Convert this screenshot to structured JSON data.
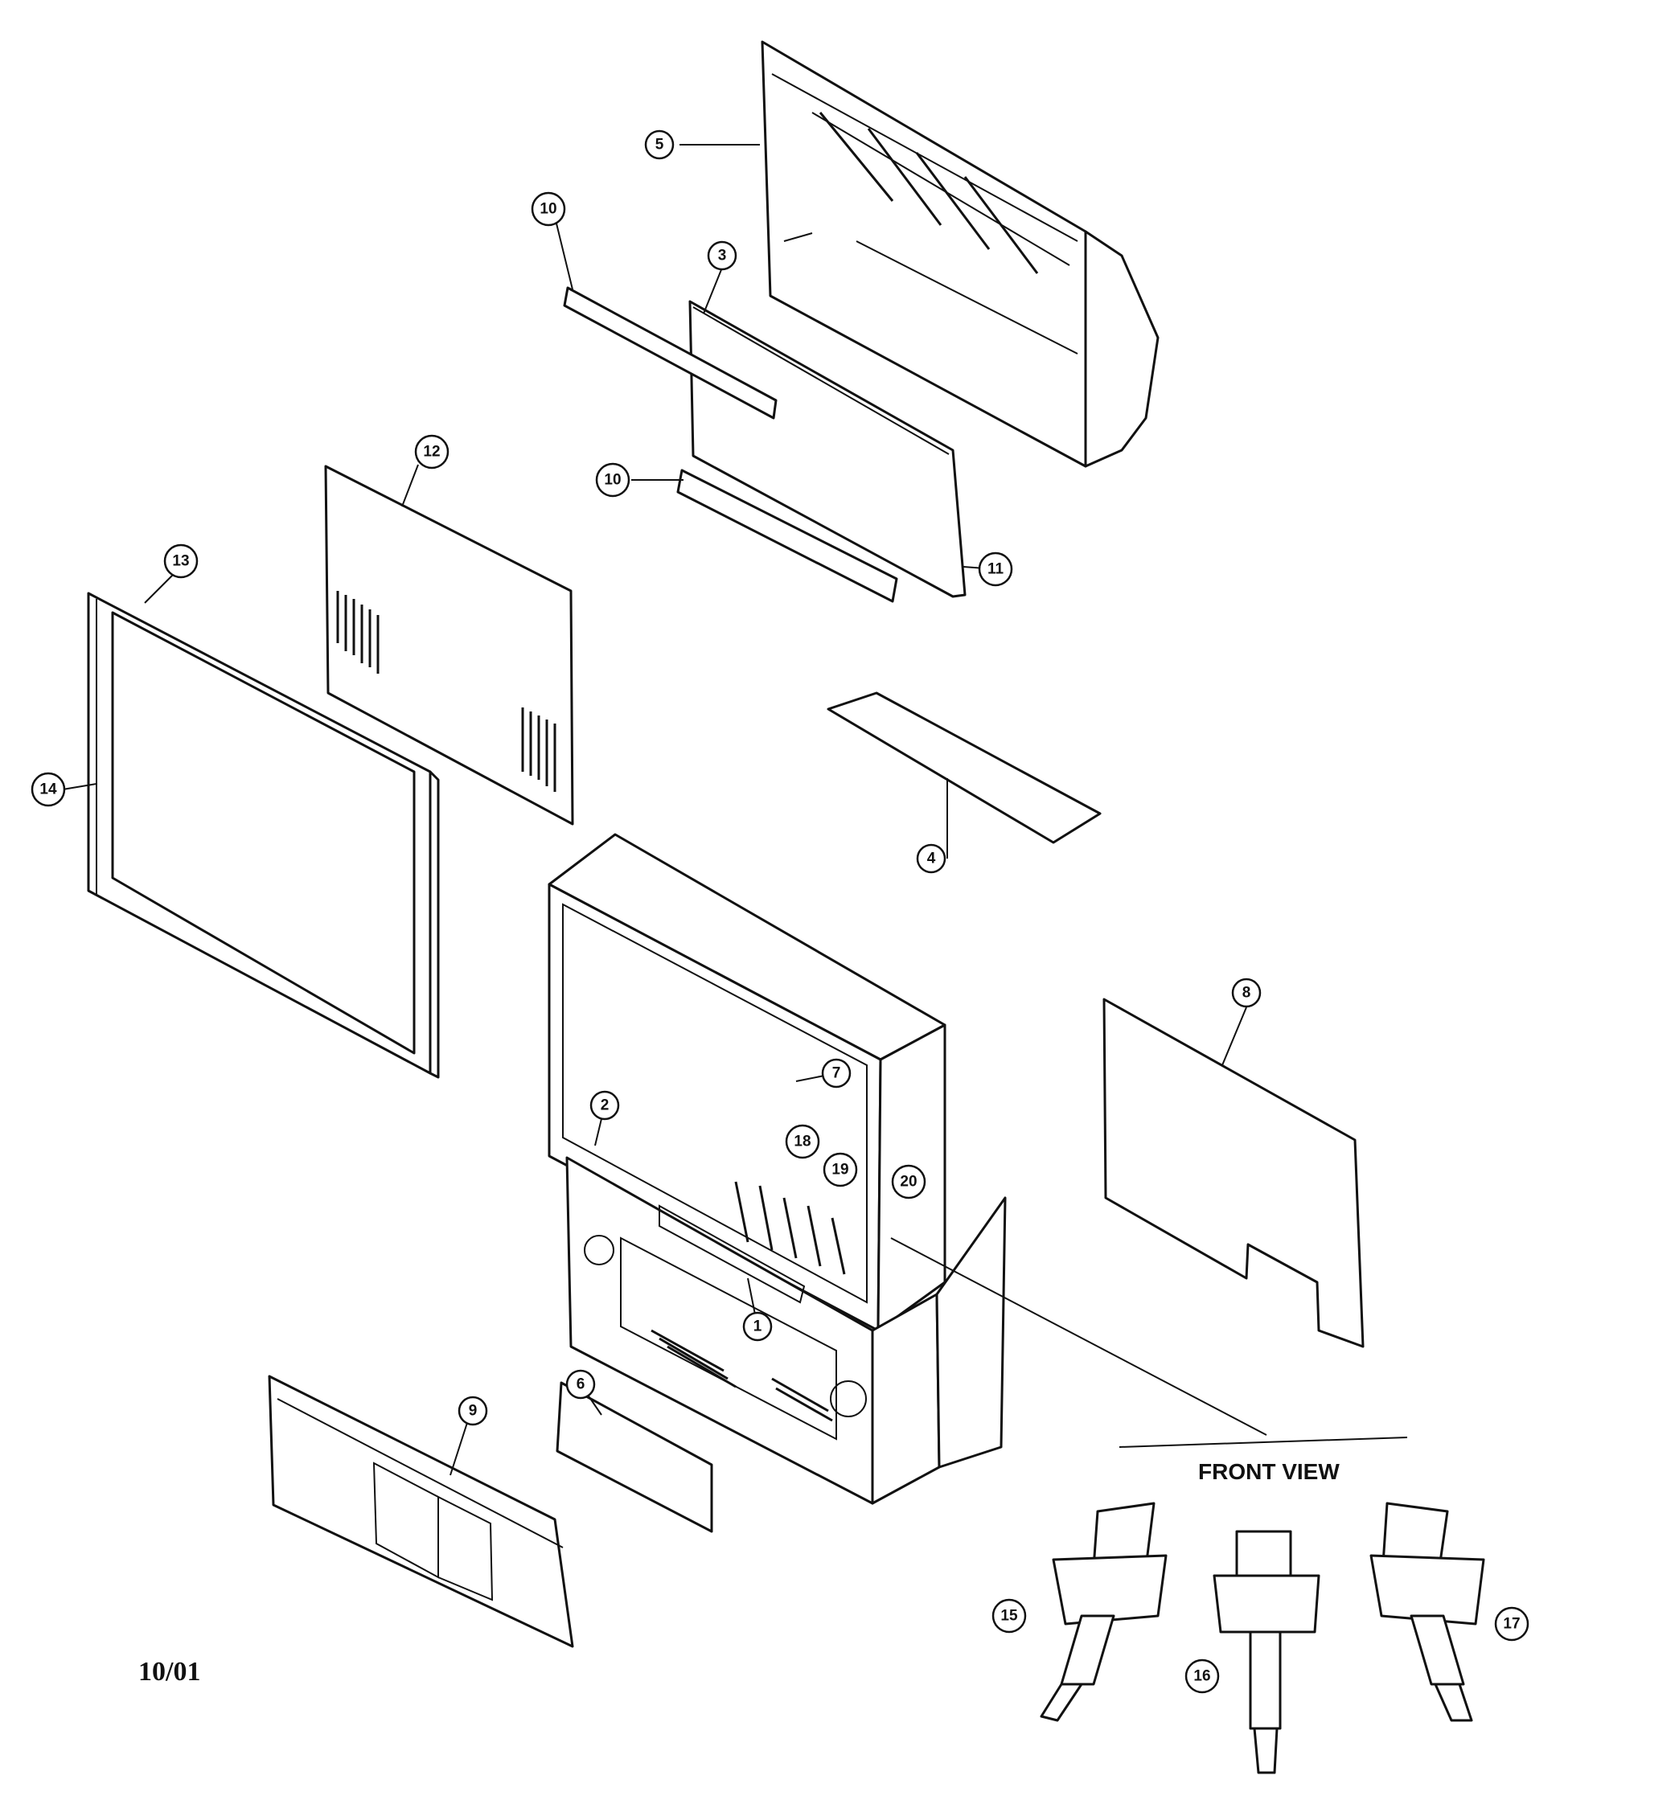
{
  "callouts": [
    {
      "id": "c1",
      "label": "1"
    },
    {
      "id": "c2",
      "label": "2"
    },
    {
      "id": "c3",
      "label": "3"
    },
    {
      "id": "c4",
      "label": "4"
    },
    {
      "id": "c5",
      "label": "5"
    },
    {
      "id": "c6",
      "label": "6"
    },
    {
      "id": "c7",
      "label": "7"
    },
    {
      "id": "c8",
      "label": "8"
    },
    {
      "id": "c9",
      "label": "9"
    },
    {
      "id": "c10a",
      "label": "10"
    },
    {
      "id": "c10b",
      "label": "10"
    },
    {
      "id": "c11",
      "label": "11"
    },
    {
      "id": "c12",
      "label": "12"
    },
    {
      "id": "c13",
      "label": "13"
    },
    {
      "id": "c14",
      "label": "14"
    },
    {
      "id": "c15",
      "label": "15"
    },
    {
      "id": "c16",
      "label": "16"
    },
    {
      "id": "c17",
      "label": "17"
    },
    {
      "id": "c18",
      "label": "18"
    },
    {
      "id": "c19",
      "label": "19"
    },
    {
      "id": "c20",
      "label": "20"
    }
  ],
  "front_view_label": "FRONT VIEW",
  "date_stamp": "10/01"
}
